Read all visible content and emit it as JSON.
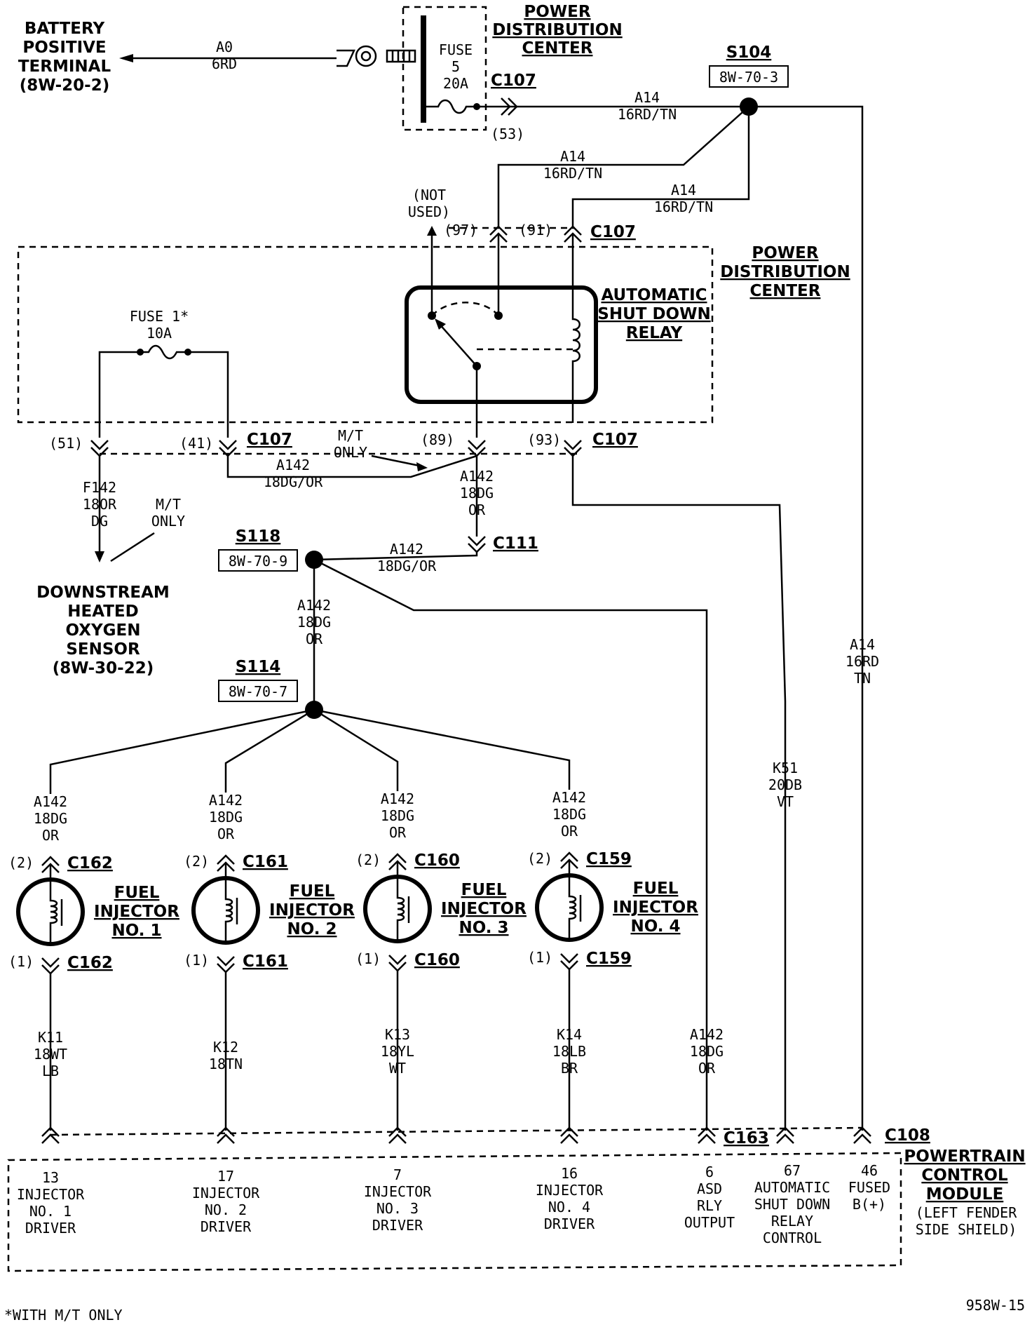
{
  "battery": {
    "l1": "BATTERY",
    "l2": "POSITIVE",
    "l3": "TERMINAL",
    "l4": "(8W-20-2)"
  },
  "pdc_top": {
    "l1": "POWER",
    "l2": "DISTRIBUTION",
    "l3": "CENTER"
  },
  "pdc_mid": {
    "l1": "POWER",
    "l2": "DISTRIBUTION",
    "l3": "CENTER"
  },
  "fuse5": {
    "l1": "FUSE",
    "l2": "5",
    "l3": "20A"
  },
  "fuse1": {
    "l1": "FUSE 1*",
    "l2": "10A"
  },
  "relay": {
    "l1": "AUTOMATIC",
    "l2": "SHUT DOWN",
    "l3": "RELAY"
  },
  "dhos": {
    "l1": "DOWNSTREAM",
    "l2": "HEATED",
    "l3": "OXYGEN",
    "l4": "SENSOR",
    "l5": "(8W-30-22)"
  },
  "pcm": {
    "l1": "POWERTRAIN",
    "l2": "CONTROL",
    "l3": "MODULE",
    "l4": "(LEFT FENDER",
    "l5": "SIDE SHIELD)"
  },
  "wires": {
    "a0": {
      "l1": "A0",
      "l2": "6RD"
    },
    "a14_top": {
      "l1": "A14",
      "l2": "16RD/TN"
    },
    "a14_mid1": {
      "l1": "A14",
      "l2": "16RD/TN"
    },
    "a14_mid2": {
      "l1": "A14",
      "l2": "16RD/TN"
    },
    "a14_right": {
      "l1": "A14",
      "l2": "16RD",
      "l3": "TN"
    },
    "a142_left": {
      "l1": "A142",
      "l2": "18DG/OR"
    },
    "a142_center": {
      "l1": "A142",
      "l2": "18DG",
      "l3": "OR"
    },
    "a142_c111": {
      "l1": "A142",
      "l2": "18DG/OR"
    },
    "a142_s118": {
      "l1": "A142",
      "l2": "18DG",
      "l3": "OR"
    },
    "a142_inj1": {
      "l1": "A142",
      "l2": "18DG",
      "l3": "OR"
    },
    "a142_inj2": {
      "l1": "A142",
      "l2": "18DG",
      "l3": "OR"
    },
    "a142_inj3": {
      "l1": "A142",
      "l2": "18DG",
      "l3": "OR"
    },
    "a142_inj4": {
      "l1": "A142",
      "l2": "18DG",
      "l3": "OR"
    },
    "a142_pcm": {
      "l1": "A142",
      "l2": "18DG",
      "l3": "OR"
    },
    "f142": {
      "l1": "F142",
      "l2": "18OR",
      "l3": "DG"
    },
    "k51": {
      "l1": "K51",
      "l2": "20DB",
      "l3": "VT"
    },
    "k11": {
      "l1": "K11",
      "l2": "18WT",
      "l3": "LB"
    },
    "k12": {
      "l1": "K12",
      "l2": "18TN"
    },
    "k13": {
      "l1": "K13",
      "l2": "18YL",
      "l3": "WT"
    },
    "k14": {
      "l1": "K14",
      "l2": "18LB",
      "l3": "BR"
    }
  },
  "connectors": {
    "c107": "C107",
    "c111": "C111",
    "c162": "C162",
    "c161": "C161",
    "c160": "C160",
    "c159": "C159",
    "c163": "C163",
    "c108": "C108"
  },
  "pins": {
    "p53": "(53)",
    "p97": "(97)",
    "p91": "(91)",
    "p51": "(51)",
    "p41": "(41)",
    "p89": "(89)",
    "p93": "(93)",
    "p2": "(2)",
    "p1": "(1)"
  },
  "splices": {
    "s104": {
      "name": "S104",
      "ref": "8W-70-3"
    },
    "s118": {
      "name": "S118",
      "ref": "8W-70-9"
    },
    "s114": {
      "name": "S114",
      "ref": "8W-70-7"
    }
  },
  "notes": {
    "not_used_1": "(NOT",
    "not_used_2": "USED)",
    "mt1": "M/T",
    "mt2": "ONLY",
    "footnote": "*WITH M/T ONLY",
    "figure_id": "958W-15"
  },
  "injectors": [
    {
      "l1": "FUEL",
      "l2": "INJECTOR",
      "l3": "NO. 1"
    },
    {
      "l1": "FUEL",
      "l2": "INJECTOR",
      "l3": "NO. 2"
    },
    {
      "l1": "FUEL",
      "l2": "INJECTOR",
      "l3": "NO. 3"
    },
    {
      "l1": "FUEL",
      "l2": "INJECTOR",
      "l3": "NO. 4"
    }
  ],
  "pcm_pins": [
    {
      "l1": "13",
      "l2": "INJECTOR",
      "l3": "NO. 1",
      "l4": "DRIVER"
    },
    {
      "l1": "17",
      "l2": "INJECTOR",
      "l3": "NO. 2",
      "l4": "DRIVER"
    },
    {
      "l1": "7",
      "l2": "INJECTOR",
      "l3": "NO. 3",
      "l4": "DRIVER"
    },
    {
      "l1": "16",
      "l2": "INJECTOR",
      "l3": "NO. 4",
      "l4": "DRIVER"
    },
    {
      "l1": "6",
      "l2": "ASD",
      "l3": "RLY",
      "l4": "OUTPUT"
    },
    {
      "l1": "67",
      "l2": "AUTOMATIC",
      "l3": "SHUT DOWN",
      "l4": "RELAY",
      "l5": "CONTROL"
    },
    {
      "l1": "46",
      "l2": "FUSED",
      "l3": "B(+)"
    }
  ]
}
